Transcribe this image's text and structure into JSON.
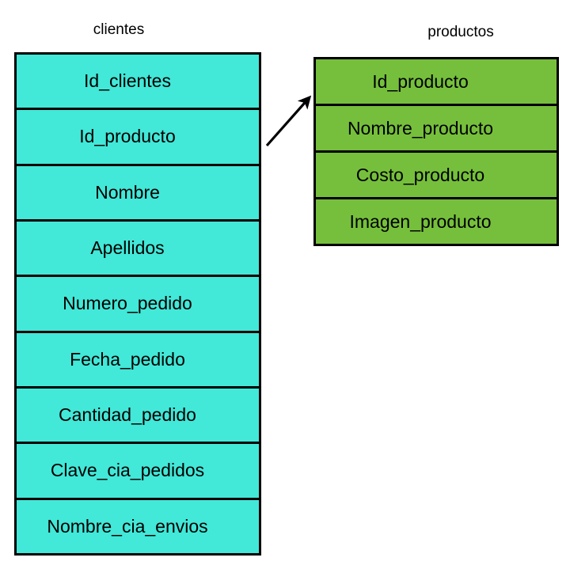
{
  "diagram": {
    "background_color": "#ffffff",
    "tables": [
      {
        "name": "clientes",
        "fill_color": "#42e8d8",
        "border_color": "#000000",
        "fields": [
          {
            "label": "Id_clientes"
          },
          {
            "label": "Id_producto"
          },
          {
            "label": "Nombre"
          },
          {
            "label": "Apellidos"
          },
          {
            "label": "Numero_pedido"
          },
          {
            "label": "Fecha_pedido"
          },
          {
            "label": "Cantidad_pedido"
          },
          {
            "label": "Clave_cia_pedidos"
          },
          {
            "label": "Nombre_cia_envios"
          }
        ]
      },
      {
        "name": "productos",
        "fill_color": "#76bf3c",
        "border_color": "#000000",
        "fields": [
          {
            "label": "Id_producto"
          },
          {
            "label": "Nombre_producto"
          },
          {
            "label": "Costo_producto"
          },
          {
            "label": "Imagen_producto"
          }
        ]
      }
    ],
    "relationships": [
      {
        "icon": "arrow-icon",
        "from_table": "clientes",
        "from_field": "Id_producto",
        "to_table": "productos",
        "to_field": "Id_producto",
        "color": "#000000"
      }
    ]
  }
}
